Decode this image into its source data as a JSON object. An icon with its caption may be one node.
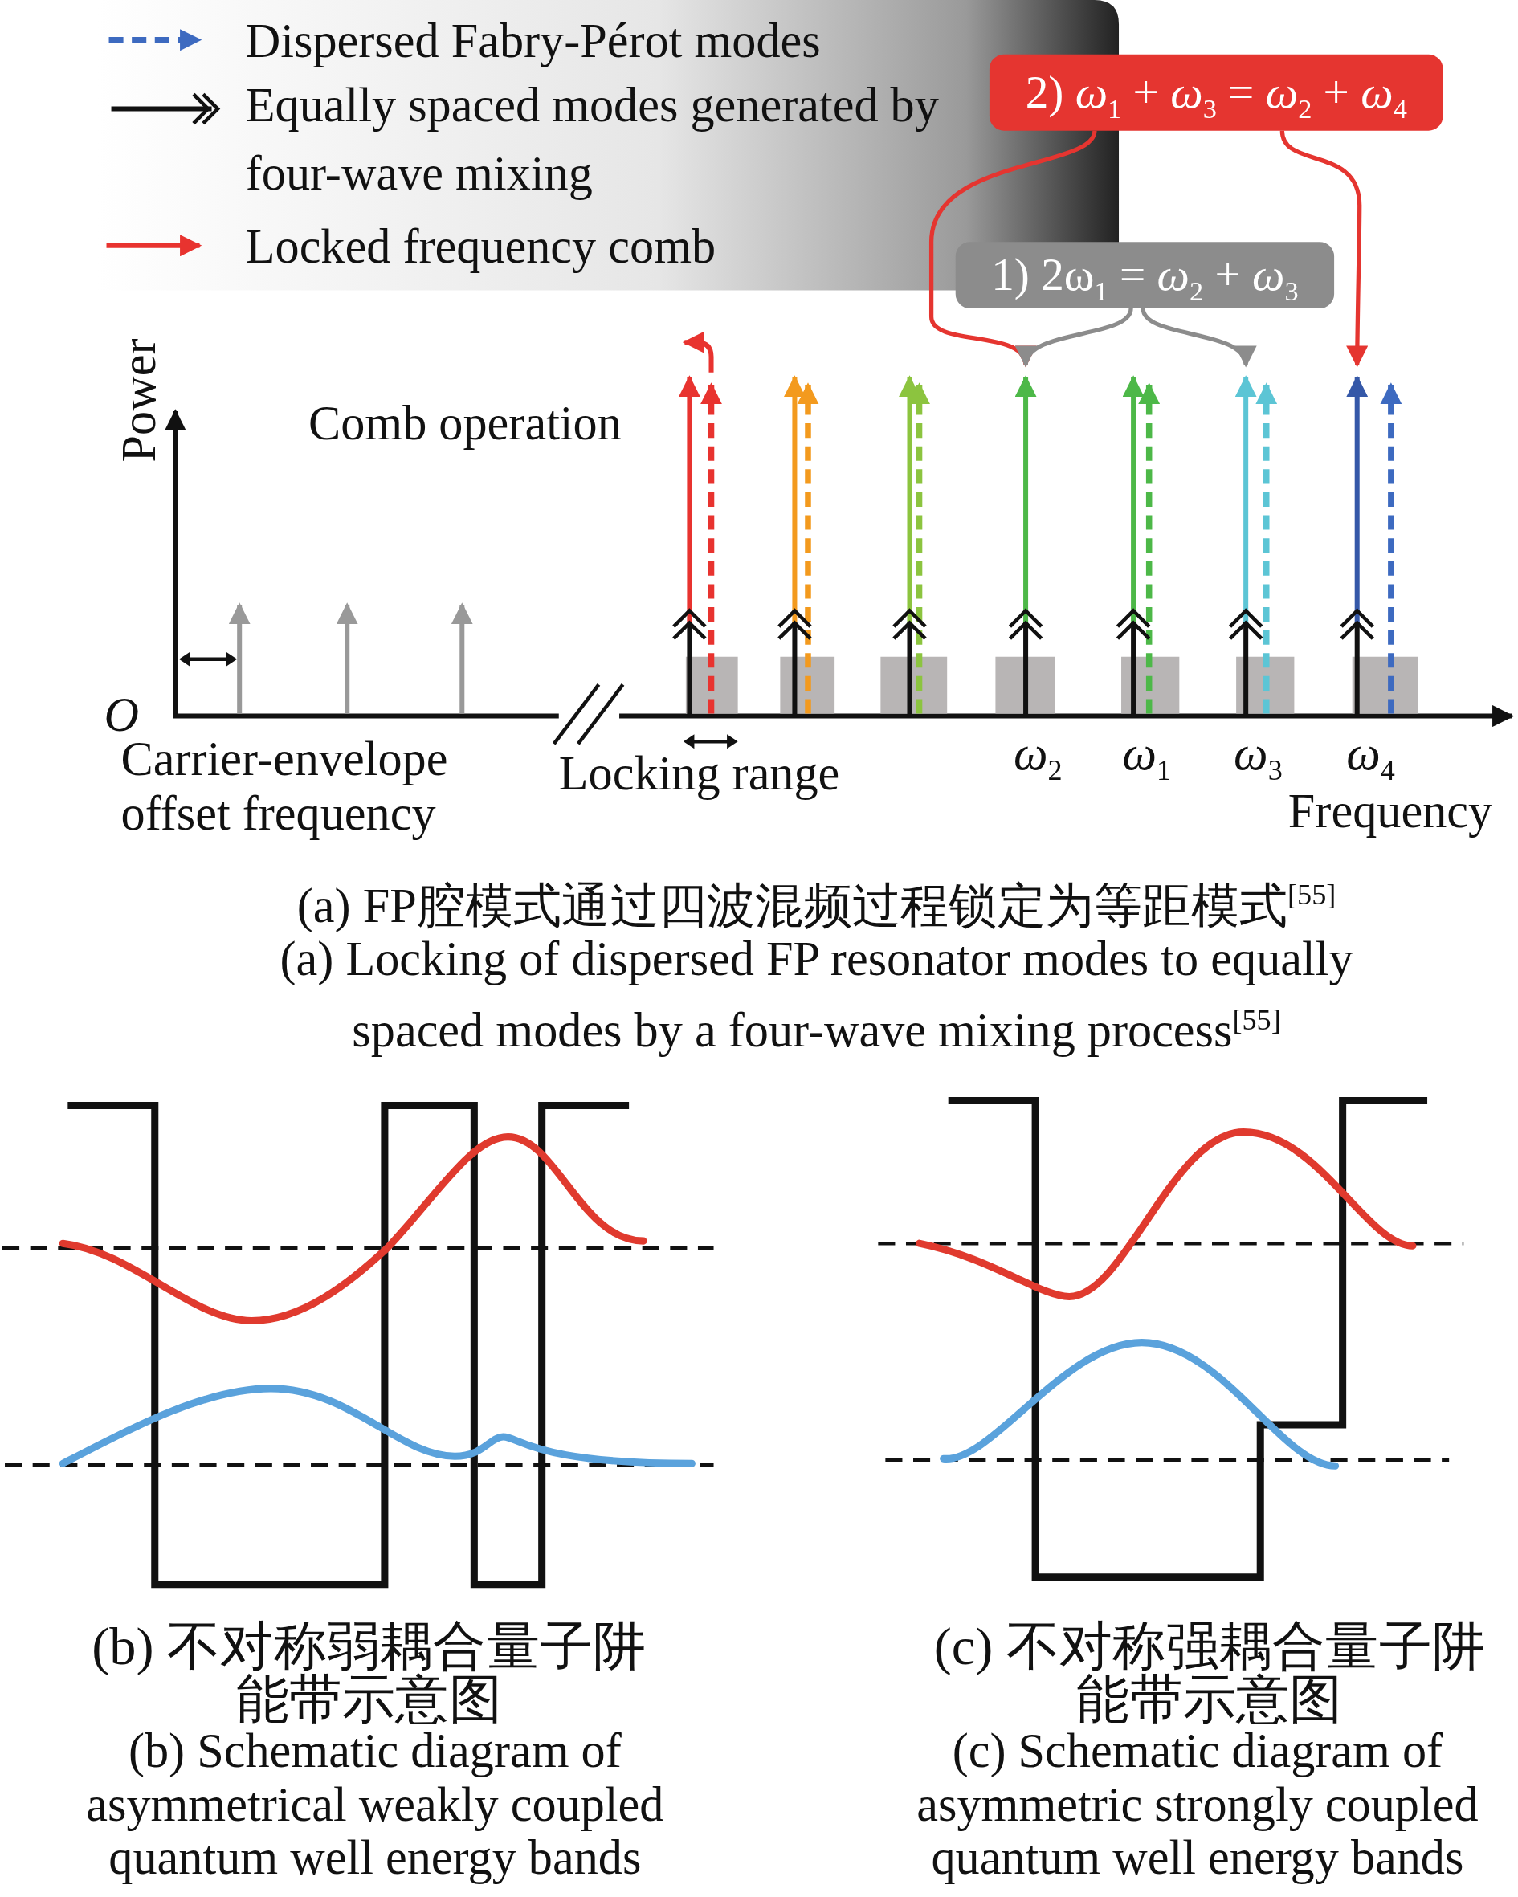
{
  "diagram": {
    "nodes": [
      {
        "text": [
          "2) *ω*$_{1}$ + *ω*$_{3}$ = *ω*$_{2}$ + *ω*$_{4}$"
        ]
      },
      {
        "text": [
          "1) 2ω$_{1}$ = *ω*$_{2}$ + *ω*$_{3}$"
        ]
      },
      {
        "text": [],
        "shape": "arrow"
      },
      {
        "text": [],
        "shape": "arrow"
      },
      {
        "text": [],
        "shape": "arrow"
      },
      {
        "text": [],
        "shape": "arrow"
      },
      {
        "text": [],
        "shape": "arrow"
      },
      {
        "text": [],
        "shape": "arrow"
      },
      {
        "text": [],
        "shape": "arrow"
      }
    ],
    "edges": [
      {
        "from": 0,
        "to": 5,
        "arrow": "to",
        "color": "#e53530"
      },
      {
        "from": 0,
        "to": 8,
        "arrow": "to",
        "color": "#e53530"
      },
      {
        "from": 1,
        "to": 5,
        "arrow": "to",
        "color": "#8c8c8c"
      },
      {
        "from": 1,
        "to": 7,
        "arrow": "to",
        "color": "#8c8c8c"
      }
    ],
    "labels": [
      "Power",
      "Comb operation",
      "O",
      "Carrier-envelope offset frequency",
      "Locking range",
      "*ω*$_{2}$",
      "*ω*$_{1}$",
      "*ω*$_{3}$",
      "*ω*$_{4}$",
      "Frequency",
      "(a) FP腔模式通过四波混频过程锁定为等距模式$^{[55]}$",
      "(a) Locking of dispersed FP resonator modes to equally spaced modes by a four-wave mixing process$^{[55]}$",
      "(b) 不对称弱耦合量子阱能带示意图",
      "(b) Schematic diagram of asymmetrical weakly coupled quantum well energy bands",
      "(c) 不对称强耦合量子阱能带示意图",
      "(c) Schematic diagram of asymmetric strongly coupled quantum well energy bands"
    ],
    "legend": [
      {
        "text": "Dispersed Fabry-Pérot modes"
      },
      {
        "text": "Equally spaced modes generated by four-wave mixing"
      },
      {
        "text": "Locked frequency comb"
      }
    ]
  }
}
